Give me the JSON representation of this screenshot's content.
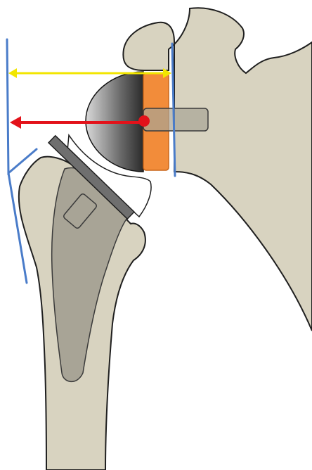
{
  "figure": {
    "description_labels": [],
    "colors": {
      "background": "#ffffff",
      "bone": "#d8d3c0",
      "bone_outline": "#1f1f1f",
      "implant_stem": "#a8a496",
      "implant_stem_outline": "#3a3a3a",
      "glenosphere_dark": "#2a2a2a",
      "glenosphere_light": "#d9d9d9",
      "baseplate_orange": "#f28c3a",
      "baseplate_outline": "#c9661a",
      "polyethylene_gray": "#6f6f6f",
      "measure_line_blue": "#4a7cc9",
      "yellow_arrow": "#f2e600",
      "red_arrow": "#e3121a",
      "insert_white": "#ffffff"
    },
    "icons": {
      "yellow_arrow": "double-headed-arrow",
      "red_arrow": "left-pointing-arrow",
      "red_dot": "center-of-rotation-marker"
    }
  }
}
